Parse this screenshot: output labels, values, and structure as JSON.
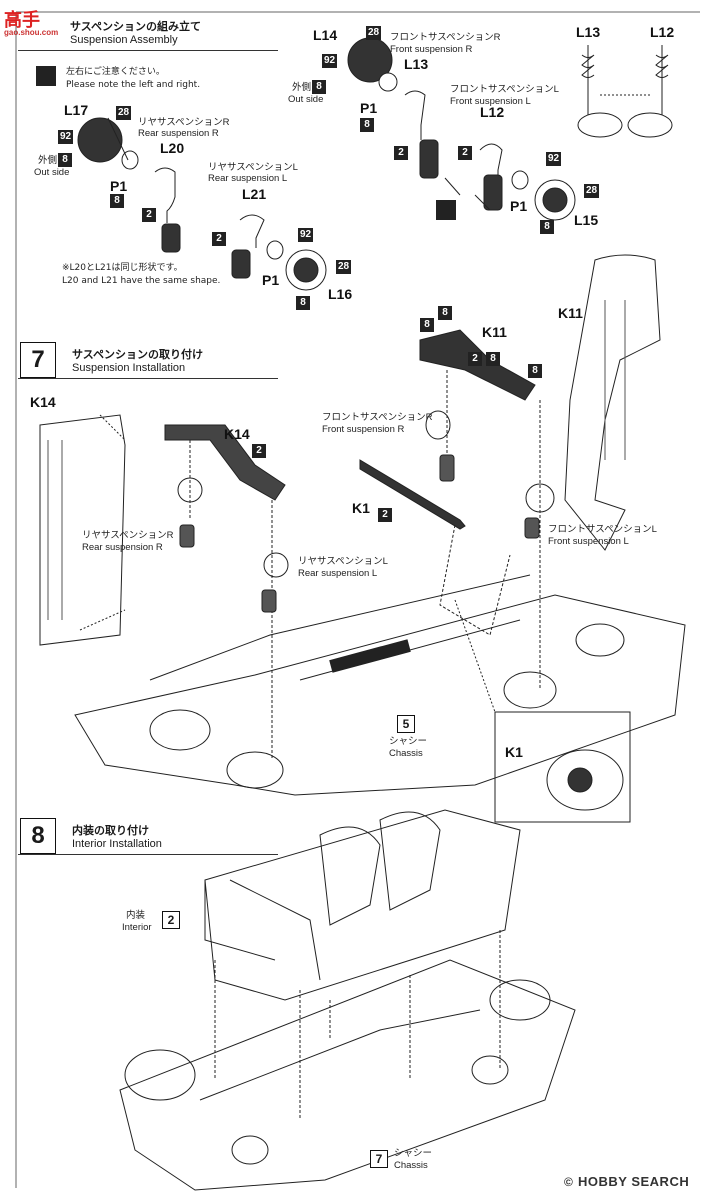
{
  "watermark_top": {
    "brand": "高手",
    "sub": "gao.shou.com"
  },
  "step6": {
    "title_jp": "サスペンションの組み立て",
    "title_en": "Suspension Assembly",
    "caution_jp": "左右にご注意ください。",
    "caution_en": "Please note the left and right.",
    "note_jp": "※L20とL21は同じ形状です。",
    "note_en": "L20 and L21 have the same shape.",
    "rear_r_jp": "リヤサスペンションR",
    "rear_r_en": "Rear suspension R",
    "rear_l_jp": "リヤサスペンションL",
    "rear_l_en": "Rear suspension L",
    "front_r_jp": "フロントサスペンションR",
    "front_r_en": "Front suspension R",
    "front_l_jp": "フロントサスペンションL",
    "front_l_en": "Front suspension L",
    "outside_jp": "外側",
    "outside_en": "Out side",
    "parts": {
      "L17": "L17",
      "L20": "L20",
      "L21": "L21",
      "L16": "L16",
      "L14": "L14",
      "L13": "L13",
      "L12": "L12",
      "L15": "L15",
      "P1": "P1"
    },
    "nums": {
      "n28": "28",
      "n92": "92",
      "n8": "8",
      "n2": "2"
    }
  },
  "step7": {
    "number": "7",
    "title_jp": "サスペンションの取り付け",
    "title_en": "Suspension Installation",
    "rear_r_jp": "リヤサスペンションR",
    "rear_r_en": "Rear suspension R",
    "rear_l_jp": "リヤサスペンションL",
    "rear_l_en": "Rear suspension L",
    "front_r_jp": "フロントサスペンションR",
    "front_r_en": "Front suspension R",
    "front_l_jp": "フロントサスペンションL",
    "front_l_en": "Front suspension L",
    "chassis_num": "5",
    "chassis_jp": "シャシー",
    "chassis_en": "Chassis",
    "parts": {
      "K14": "K14",
      "K11": "K11",
      "K1": "K1"
    },
    "nums": {
      "n2": "2",
      "n8": "8"
    }
  },
  "step8": {
    "number": "8",
    "title_jp": "内装の取り付け",
    "title_en": "Interior Installation",
    "interior_jp": "内装",
    "interior_en": "Interior",
    "interior_num": "2",
    "chassis_num": "7",
    "chassis_jp": "シャシー",
    "chassis_en": "Chassis"
  },
  "watermark_bottom": {
    "copyright": "©",
    "brand": "HOBBY SEARCH"
  },
  "colors": {
    "ink": "#1a1a1a",
    "box": "#222222"
  }
}
